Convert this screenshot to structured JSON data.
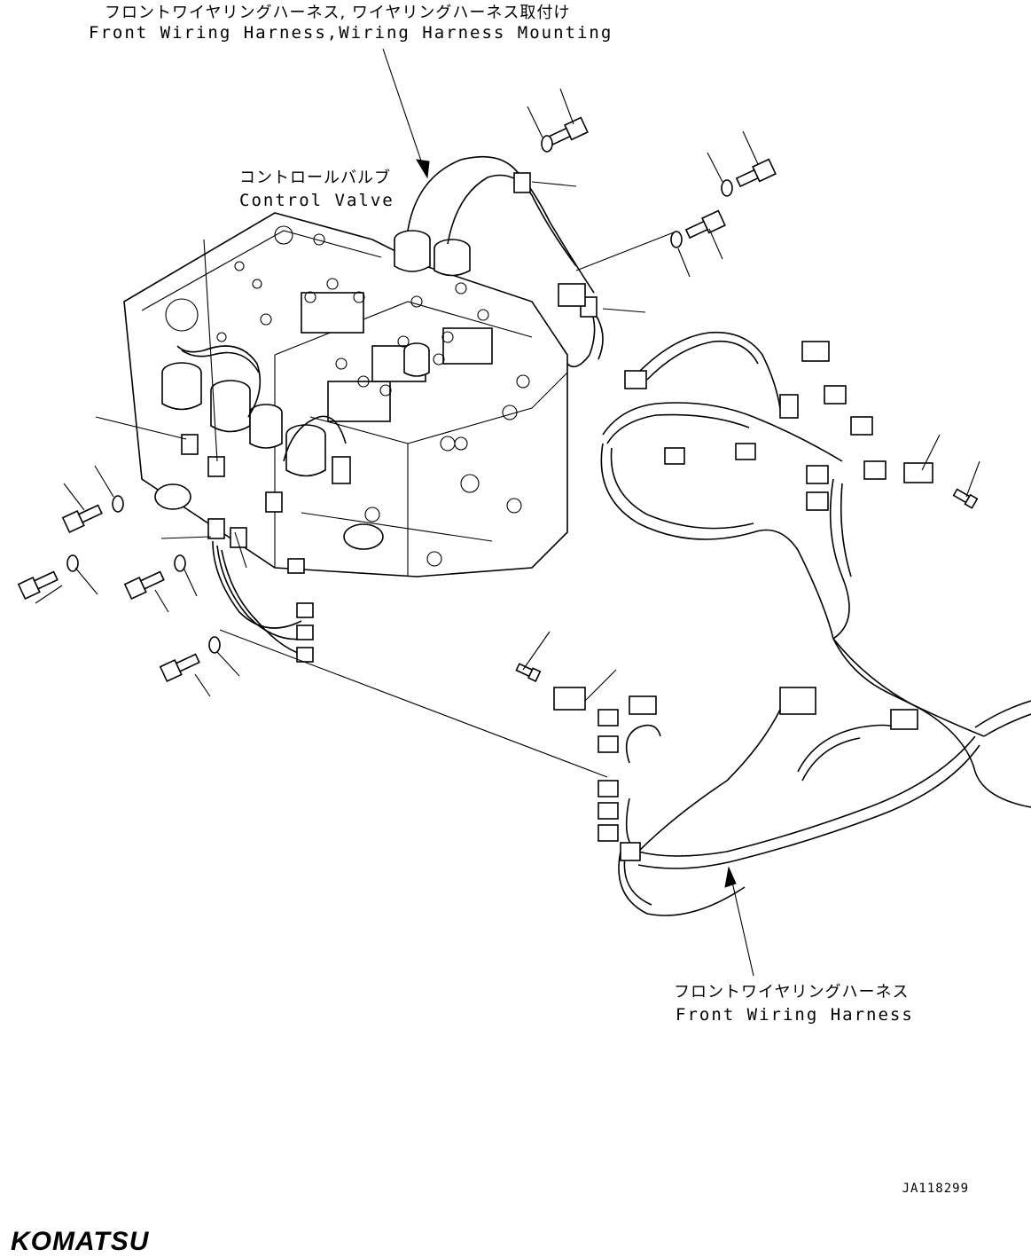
{
  "labels": {
    "front_harness_mounting_jp": "フロントワイヤリングハーネス, ワイヤリングハーネス取付け",
    "front_harness_mounting_en": "Front Wiring Harness,Wiring Harness Mounting",
    "control_valve_jp": "コントロールバルブ",
    "control_valve_en": "Control Valve",
    "front_harness_jp": "フロントワイヤリングハーネス",
    "front_harness_en": "Front Wiring Harness"
  },
  "drawing_number": "JA118299",
  "brand": "KOMATSU",
  "colors": {
    "ink": "#000000",
    "background": "#ffffff"
  }
}
